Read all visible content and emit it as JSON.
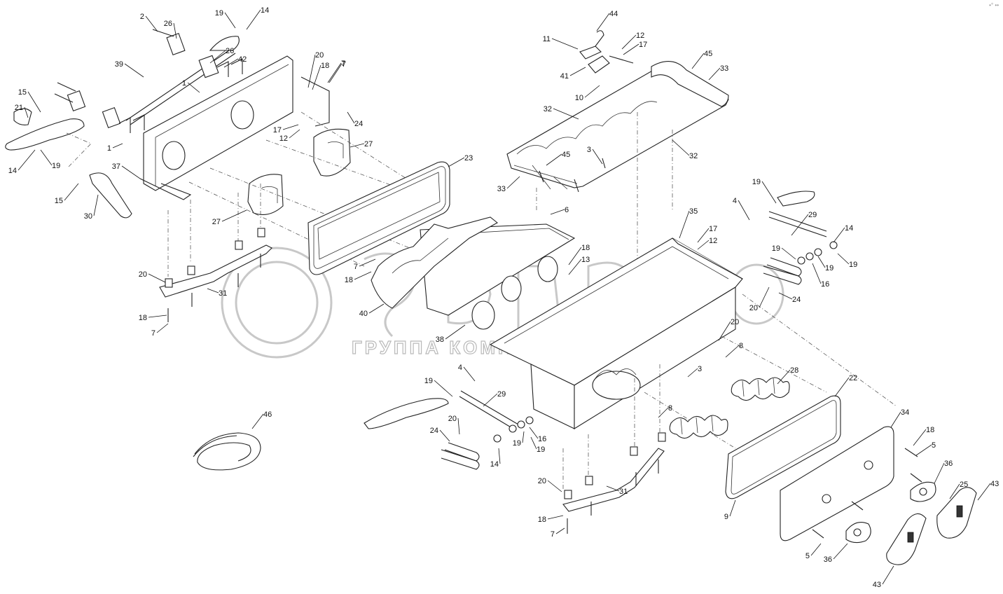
{
  "watermark": {
    "company_line": "ГРУППА КОМПАНИЙ"
  },
  "corner_mark": "•° ••",
  "callouts": [
    {
      "label": "2"
    },
    {
      "label": "26"
    },
    {
      "label": "19"
    },
    {
      "label": "14"
    },
    {
      "label": "39"
    },
    {
      "label": "26"
    },
    {
      "label": "42"
    },
    {
      "label": "1"
    },
    {
      "label": "15"
    },
    {
      "label": "21"
    },
    {
      "label": "14"
    },
    {
      "label": "19"
    },
    {
      "label": "1"
    },
    {
      "label": "37"
    },
    {
      "label": "15"
    },
    {
      "label": "30"
    },
    {
      "label": "20"
    },
    {
      "label": "18"
    },
    {
      "label": "7"
    },
    {
      "label": "7"
    },
    {
      "label": "24"
    },
    {
      "label": "17"
    },
    {
      "label": "12"
    },
    {
      "label": "27"
    },
    {
      "label": "27"
    },
    {
      "label": "23"
    },
    {
      "label": "20"
    },
    {
      "label": "18"
    },
    {
      "label": "7"
    },
    {
      "label": "31"
    },
    {
      "label": "44"
    },
    {
      "label": "11"
    },
    {
      "label": "12"
    },
    {
      "label": "17"
    },
    {
      "label": "41"
    },
    {
      "label": "10"
    },
    {
      "label": "45"
    },
    {
      "label": "33"
    },
    {
      "label": "32"
    },
    {
      "label": "3"
    },
    {
      "label": "32"
    },
    {
      "label": "45"
    },
    {
      "label": "33"
    },
    {
      "label": "6"
    },
    {
      "label": "7"
    },
    {
      "label": "18"
    },
    {
      "label": "18"
    },
    {
      "label": "13"
    },
    {
      "label": "40"
    },
    {
      "label": "38"
    },
    {
      "label": "35"
    },
    {
      "label": "17"
    },
    {
      "label": "12"
    },
    {
      "label": "19"
    },
    {
      "label": "4"
    },
    {
      "label": "29"
    },
    {
      "label": "14"
    },
    {
      "label": "19"
    },
    {
      "label": "19"
    },
    {
      "label": "19"
    },
    {
      "label": "16"
    },
    {
      "label": "20"
    },
    {
      "label": "24"
    },
    {
      "label": "20"
    },
    {
      "label": "8"
    },
    {
      "label": "3"
    },
    {
      "label": "28"
    },
    {
      "label": "22"
    },
    {
      "label": "4"
    },
    {
      "label": "19"
    },
    {
      "label": "29"
    },
    {
      "label": "20"
    },
    {
      "label": "24"
    },
    {
      "label": "19"
    },
    {
      "label": "16"
    },
    {
      "label": "19"
    },
    {
      "label": "14"
    },
    {
      "label": "8"
    },
    {
      "label": "46"
    },
    {
      "label": "20"
    },
    {
      "label": "31"
    },
    {
      "label": "18"
    },
    {
      "label": "7"
    },
    {
      "label": "9"
    },
    {
      "label": "34"
    },
    {
      "label": "18"
    },
    {
      "label": "5"
    },
    {
      "label": "36"
    },
    {
      "label": "25"
    },
    {
      "label": "43"
    },
    {
      "label": "5"
    },
    {
      "label": "36"
    },
    {
      "label": "43"
    }
  ]
}
